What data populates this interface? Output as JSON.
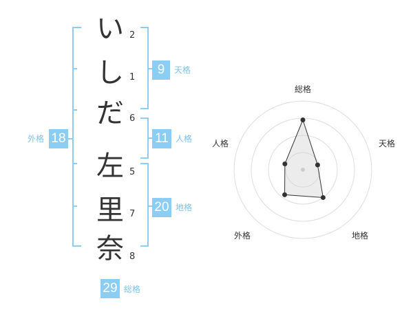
{
  "name_chars": [
    {
      "char": "い",
      "strokes": "2"
    },
    {
      "char": "し",
      "strokes": "1"
    },
    {
      "char": "だ",
      "strokes": "6"
    },
    {
      "char": "左",
      "strokes": "5"
    },
    {
      "char": "里",
      "strokes": "7"
    },
    {
      "char": "奈",
      "strokes": "8"
    }
  ],
  "kakusu": {
    "tenkaku": {
      "value": "9",
      "label": "天格"
    },
    "jinkaku": {
      "value": "11",
      "label": "人格"
    },
    "chikaku": {
      "value": "20",
      "label": "地格"
    },
    "gaikaku": {
      "value": "18",
      "label": "外格"
    },
    "soukaku": {
      "value": "29",
      "label": "総格"
    }
  },
  "colors": {
    "bracket": "#8ccdf4",
    "badge": "#8ccdf4",
    "label": "#7cc3ee",
    "text": "#333333"
  },
  "chart_data": {
    "type": "radar",
    "axes": [
      "総格",
      "天格",
      "地格",
      "外格",
      "人格"
    ],
    "values": [
      29,
      9,
      20,
      18,
      11
    ],
    "grid_rings": 4,
    "grid": true
  }
}
